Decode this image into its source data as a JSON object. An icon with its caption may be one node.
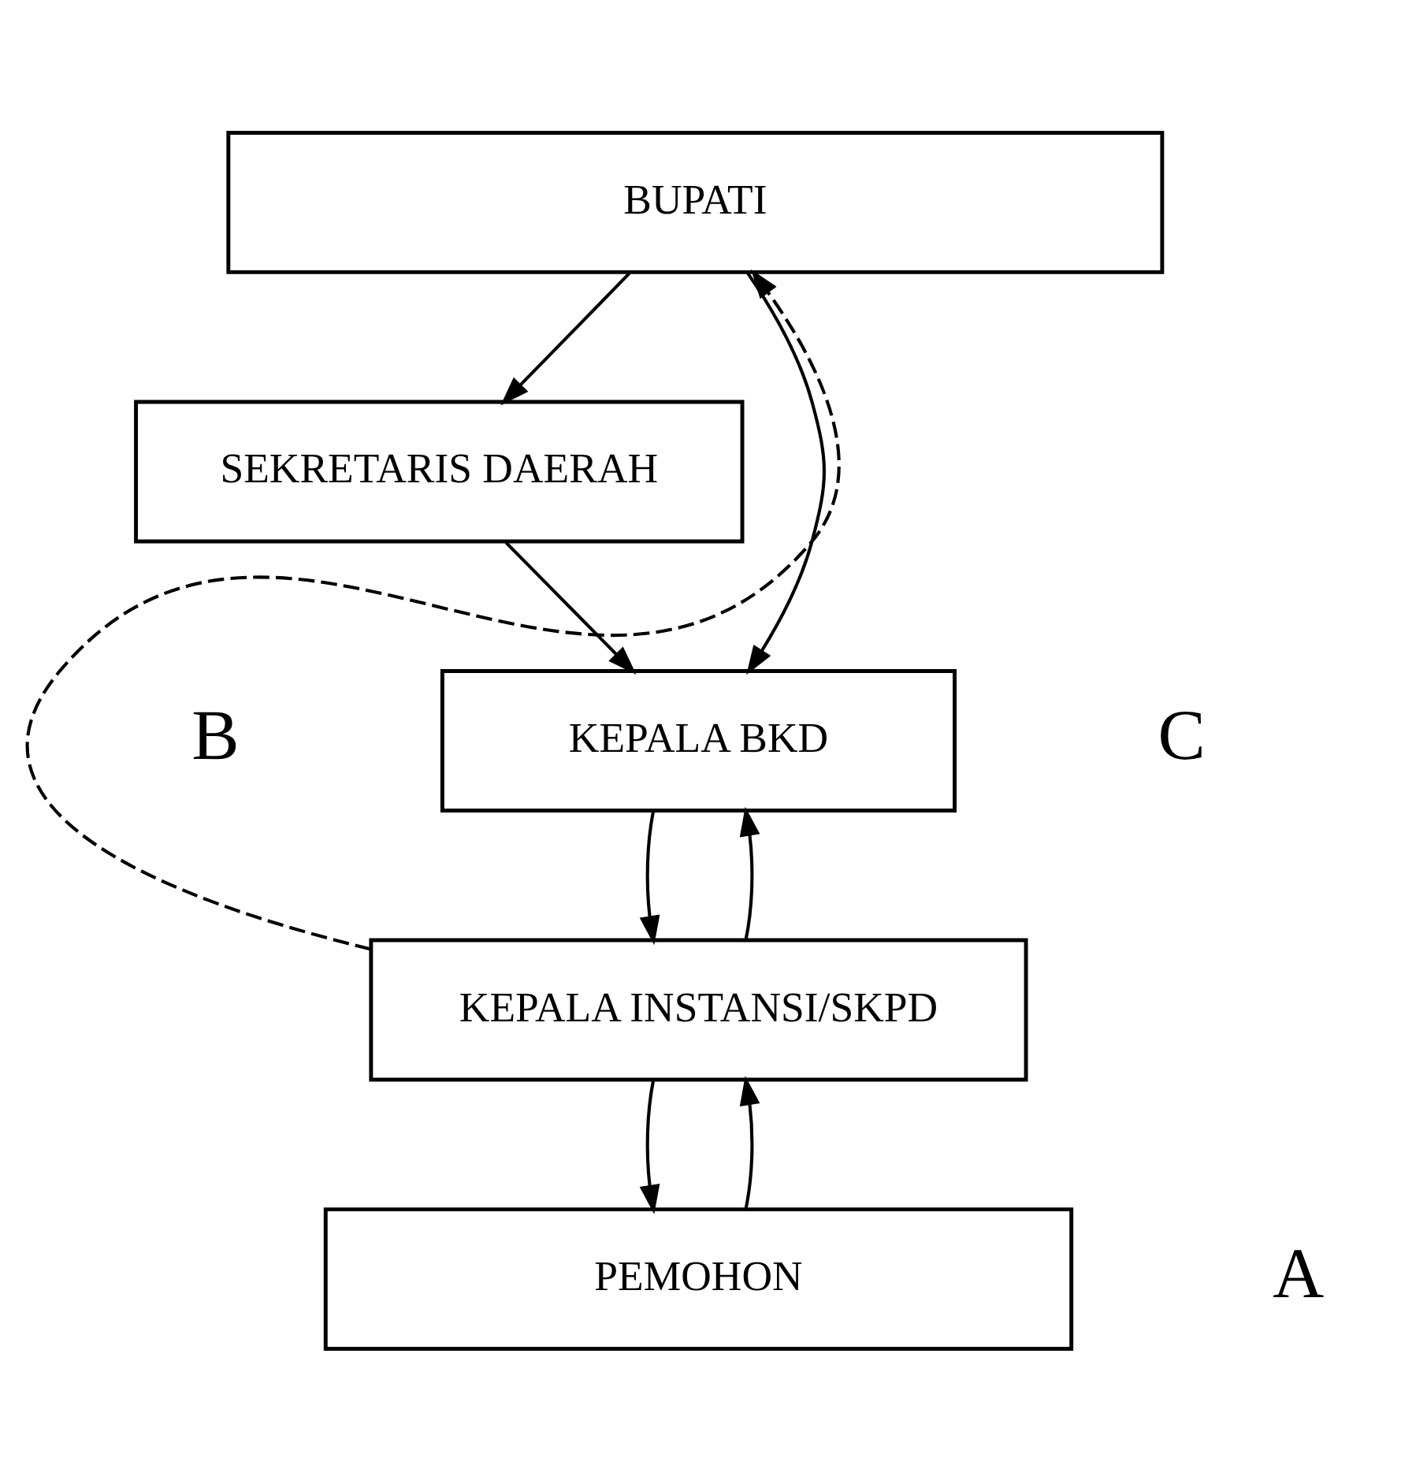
{
  "diagram": {
    "nodes": [
      {
        "text": [
          "BUPATI"
        ]
      },
      {
        "text": [
          "SEKRETARIS DAERAH"
        ]
      },
      {
        "text": [
          "KEPALA BKD"
        ]
      },
      {
        "text": [
          "KEPALA INSTANSI/SKPD"
        ]
      },
      {
        "text": [
          "PEMOHON"
        ]
      }
    ],
    "edges": [
      {
        "from": 0,
        "to": 2,
        "arrow": "to"
      },
      {
        "from": 0,
        "to": 1,
        "arrow": "to"
      },
      {
        "from": 1,
        "to": 2,
        "arrow": "to"
      },
      {
        "from": 2,
        "to": 3,
        "arrow": "to"
      },
      {
        "from": 3,
        "to": 4,
        "arrow": "to"
      },
      {
        "from": 4,
        "to": 3,
        "arrow": "to"
      },
      {
        "from": 3,
        "to": 0,
        "arrow": "to",
        "style": "dashed"
      },
      {
        "from": 3,
        "to": 2,
        "arrow": "to"
      }
    ],
    "labels": [
      "B",
      "C",
      "A"
    ]
  }
}
